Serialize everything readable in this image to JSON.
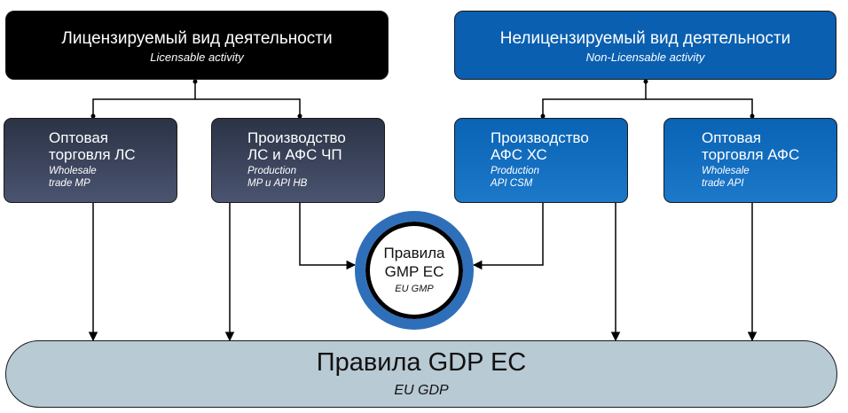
{
  "licensed": {
    "title": "Лицензируемый вид деятельности",
    "title_en": "Licensable activity",
    "color": "#000000",
    "children": [
      {
        "line1": "Оптовая",
        "line2": "торговля ЛС",
        "en1": "Wholesale",
        "en2": "trade MP"
      },
      {
        "line1": "Производство",
        "line2": "ЛС и АФС ЧП",
        "en1": "Production",
        "en2": "MP и API HB"
      }
    ]
  },
  "non_licensed": {
    "title": "Нелицензируемый вид деятельности",
    "title_en": "Non-Licensable activity",
    "color": "#0a5fb0",
    "children": [
      {
        "line1": "Производство",
        "line2": "АФС ХС",
        "en1": "Production",
        "en2": "API CSM"
      },
      {
        "line1": "Оптовая",
        "line2": "торговля АФС",
        "en1": "Wholesale",
        "en2": "trade API"
      }
    ]
  },
  "gmp": {
    "line1": "Правила",
    "line2": "GMP ЕС",
    "en": "EU GMP",
    "ring_color": "#2f6fb9"
  },
  "gdp": {
    "title": "Правила GDP ЕС",
    "en": "EU GDP",
    "color": "#b8cad4"
  }
}
